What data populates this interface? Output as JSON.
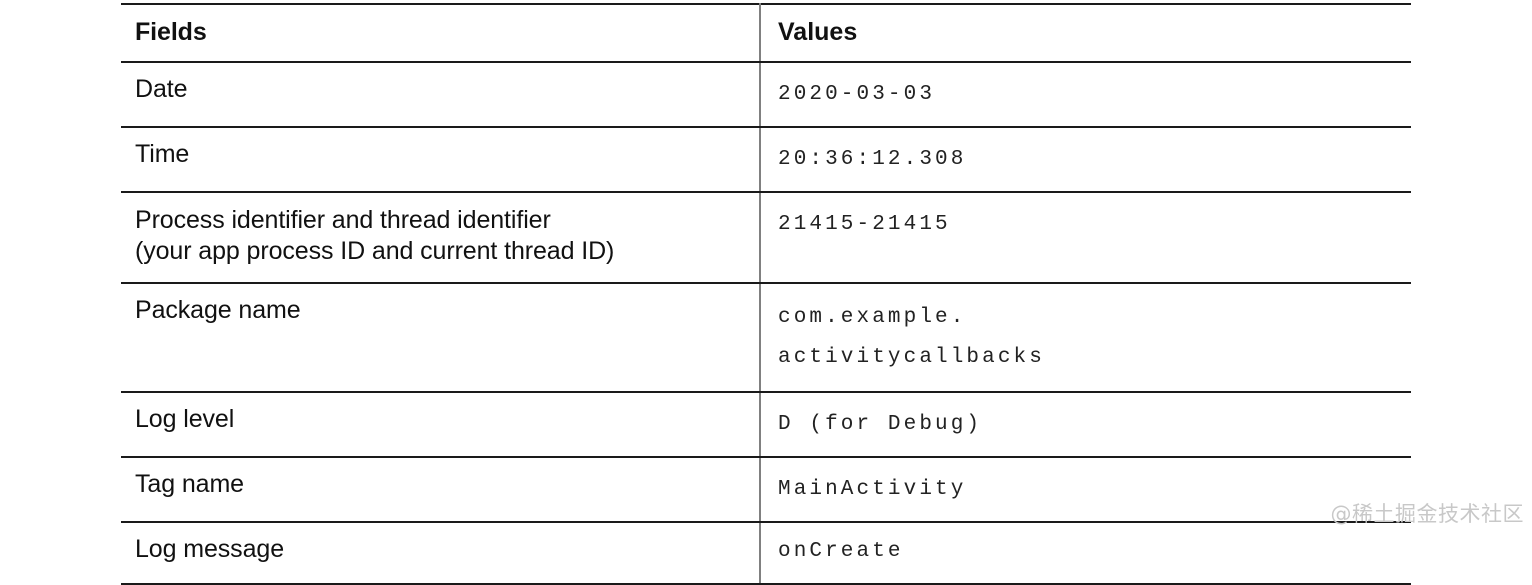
{
  "table": {
    "headers": {
      "field": "Fields",
      "value": "Values"
    },
    "rows": [
      {
        "id": "date",
        "field": "Date",
        "value": "2020-03-03"
      },
      {
        "id": "time",
        "field": "Time",
        "value": "20:36:12.308"
      },
      {
        "id": "process",
        "field": "Process identifier and thread identifier\n(your app process ID and current thread ID)",
        "value": "21415-21415"
      },
      {
        "id": "package",
        "field": "Package name",
        "value": "com.example.\nactivitycallbacks"
      },
      {
        "id": "level",
        "field": "Log level",
        "value": "D (for Debug)"
      },
      {
        "id": "tag",
        "field": "Tag name",
        "value": "MainActivity"
      },
      {
        "id": "message",
        "field": "Log message",
        "value": "onCreate"
      }
    ]
  },
  "watermark": {
    "text": "@稀土掘金技术社区"
  },
  "colors": {
    "border_strong": "#1a1a1a",
    "border_light": "#808080",
    "text": "#111111",
    "value_text": "#222222",
    "watermark": "#c8c8c8",
    "background": "#ffffff"
  }
}
